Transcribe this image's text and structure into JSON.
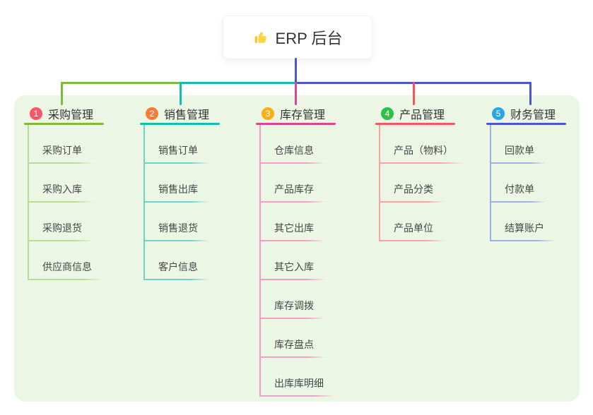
{
  "root": {
    "title": "ERP 后台",
    "icon": "thumbs-up-icon"
  },
  "colors": {
    "canvas_bg": "#ffffff",
    "panel_bg": "#ecf6e5",
    "root_line": "#4758cf",
    "header_text": "#333333",
    "child_text": "#464646"
  },
  "branches": [
    {
      "number": "1",
      "label": "采购管理",
      "badge_color": "#f8566b",
      "line_color": "#7cbb40",
      "child_line_color": "#b9dc92",
      "children": [
        "采购订单",
        "采购入库",
        "采购退货",
        "供应商信息"
      ]
    },
    {
      "number": "2",
      "label": "销售管理",
      "badge_color": "#f87b3c",
      "line_color": "#12bcb2",
      "child_line_color": "#6fd3cb",
      "children": [
        "销售订单",
        "销售出库",
        "销售退货",
        "客户信息"
      ]
    },
    {
      "number": "3",
      "label": "库存管理",
      "badge_color": "#fcae15",
      "line_color": "#dc4499",
      "child_line_color": "#f29fc5",
      "children": [
        "仓库信息",
        "产品库存",
        "其它出库",
        "其它入库",
        "库存调拨",
        "库存盘点",
        "出库库明细"
      ]
    },
    {
      "number": "4",
      "label": "产品管理",
      "badge_color": "#2ac14b",
      "line_color": "#f5555e",
      "child_line_color": "#f8a2a6",
      "children": [
        "产品（物料）",
        "产品分类",
        "产品单位"
      ]
    },
    {
      "number": "5",
      "label": "财务管理",
      "badge_color": "#2aa5e5",
      "line_color": "#4758cf",
      "child_line_color": "#9cb0e6",
      "children": [
        "回款单",
        "付款单",
        "结算账户"
      ]
    }
  ]
}
